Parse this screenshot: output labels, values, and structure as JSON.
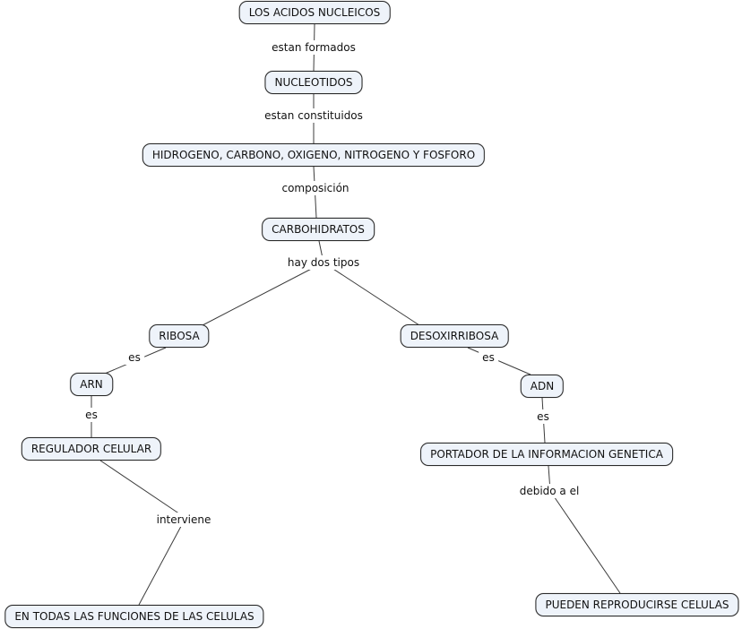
{
  "diagram": {
    "type": "concept-map",
    "title": "LOS ACIDOS NUCLEICOS",
    "colors": {
      "background": "#ffffff",
      "node_bg": "#eef3fa",
      "node_border": "#2a2a2a",
      "line": "#3c3c3c",
      "text": "#111111"
    },
    "nodes": {
      "acidos": "LOS ACIDOS NUCLEICOS",
      "nucleotidos": "NUCLEOTIDOS",
      "elementos": "HIDROGENO, CARBONO, OXIGENO, NITROGENO Y FOSFORO",
      "carbohidratos": "CARBOHIDRATOS",
      "ribosa": "RIBOSA",
      "desoxirribosa": "DESOXIRRIBOSA",
      "arn": "ARN",
      "adn": "ADN",
      "regulador": "REGULADOR CELULAR",
      "portador": "PORTADOR DE LA INFORMACION GENETICA",
      "funciones": "EN TODAS LAS FUNCIONES DE LAS CELULAS",
      "reproducirse": "PUEDEN REPRODUCIRSE CELULAS"
    },
    "links": {
      "estan_formados": "estan formados",
      "estan_constituidos": "estan constituidos",
      "composicion": "composición",
      "hay_dos_tipos": "hay dos tipos",
      "es_ribosa_arn": "es",
      "es_desoxirribosa_adn": "es",
      "es_arn_regulador": "es",
      "es_adn_portador": "es",
      "interviene": "interviene",
      "debido_a_el": "debido a el"
    }
  }
}
